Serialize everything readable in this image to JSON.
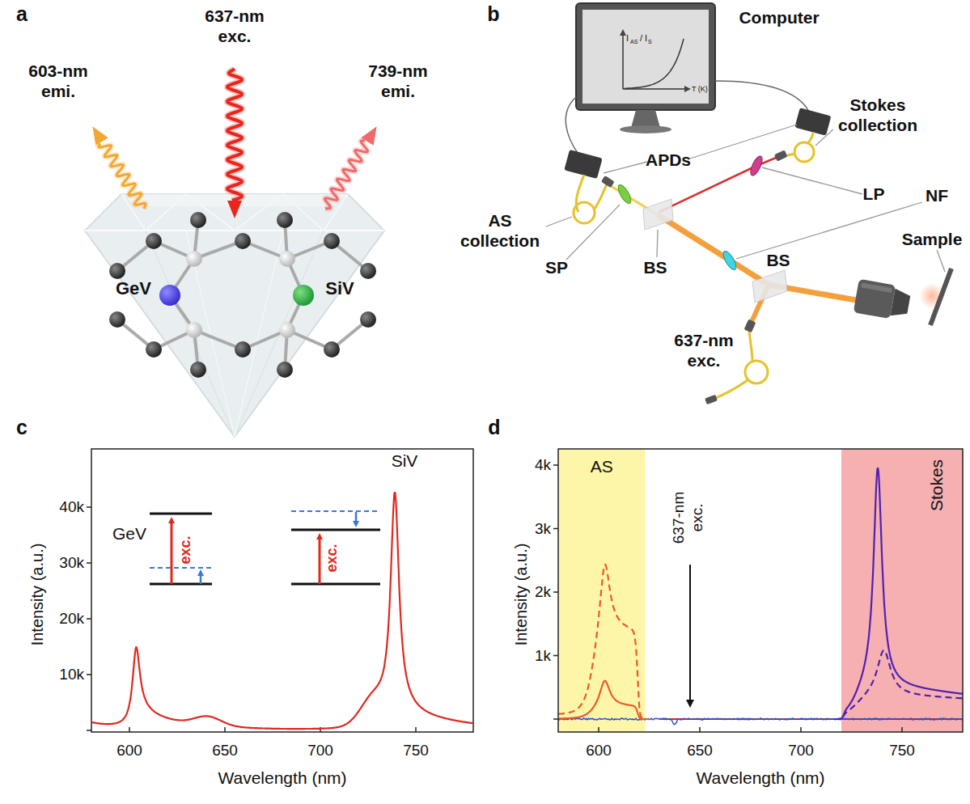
{
  "diagram": {
    "nodes": [
      {
        "text": [
          "AS"
        ]
      },
      {
        "text": [
          "Stokes"
        ]
      }
    ],
    "labels": [
      "a",
      "603-nm emi.",
      "637-nm exc.",
      "739-nm emi.",
      "GeV",
      "SiV",
      "b",
      "Computer",
      "Stokes collection",
      "APDs",
      "LP",
      "NF",
      "AS collection",
      "SP",
      "BS",
      "BS",
      "Sample",
      "637-nm exc.",
      "I",
      "AS",
      "/",
      "I",
      "S",
      "T (K)",
      "c",
      "40k",
      "30k",
      "20k",
      "10k",
      "Intensity (a.u.)",
      "600",
      "650",
      "700",
      "750",
      "Wavelength (nm)",
      "GeV",
      "SiV",
      "exc.",
      "exc.",
      "d",
      "4k",
      "3k",
      "2k",
      "1k",
      "Intensity (a.u.)",
      "637-nm exc.",
      "600",
      "650",
      "700",
      "750",
      "Wavelength (nm)"
    ]
  }
}
